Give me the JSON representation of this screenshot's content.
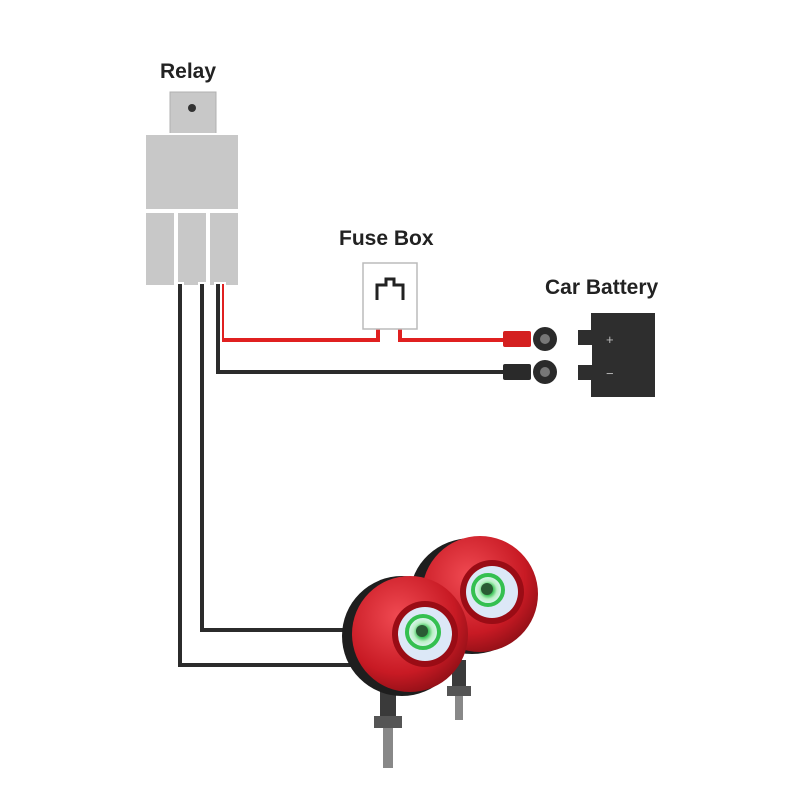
{
  "labels": {
    "relay": "Relay",
    "fuse_box": "Fuse Box",
    "car_battery": "Car Battery"
  },
  "battery": {
    "positive_symbol": "+",
    "negative_symbol": "−"
  },
  "colors": {
    "relay_body": "#c8c8c8",
    "wire_black": "#2b2b2b",
    "wire_red": "#e02020",
    "battery": "#2e2e2e",
    "lamp_housing": "#d0202a",
    "lamp_lens": "#22b14c"
  },
  "icons": [
    "relay-icon",
    "fuse-box-icon",
    "car-battery-icon",
    "fog-lamp-icon"
  ]
}
